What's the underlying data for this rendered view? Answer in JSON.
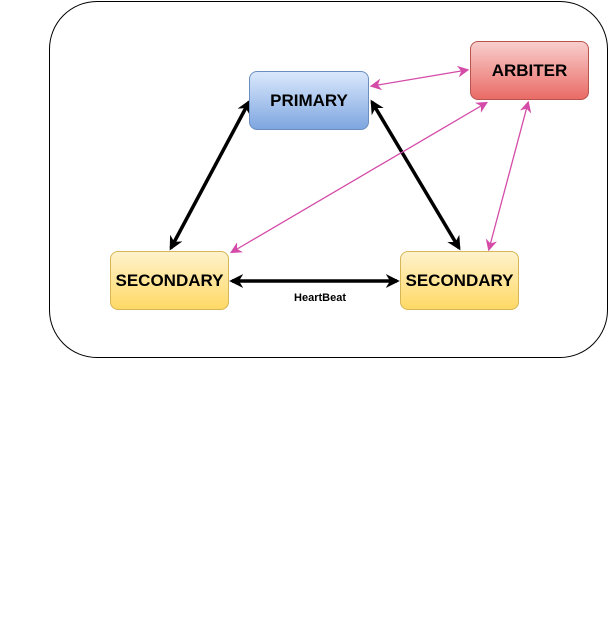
{
  "diagram": {
    "nodes": {
      "primary": "PRIMARY",
      "arbiter": "ARBITER",
      "secondary_left": "SECONDARY",
      "secondary_right": "SECONDARY"
    },
    "edge_labels": {
      "heartbeat": "HeartBeat"
    },
    "colors": {
      "heartbeat_edge": "#000000",
      "arbiter_edge": "#d44ba8",
      "primary_fill": "#7ea6e0",
      "arbiter_fill": "#ea6b66",
      "secondary_fill": "#ffd966"
    }
  }
}
